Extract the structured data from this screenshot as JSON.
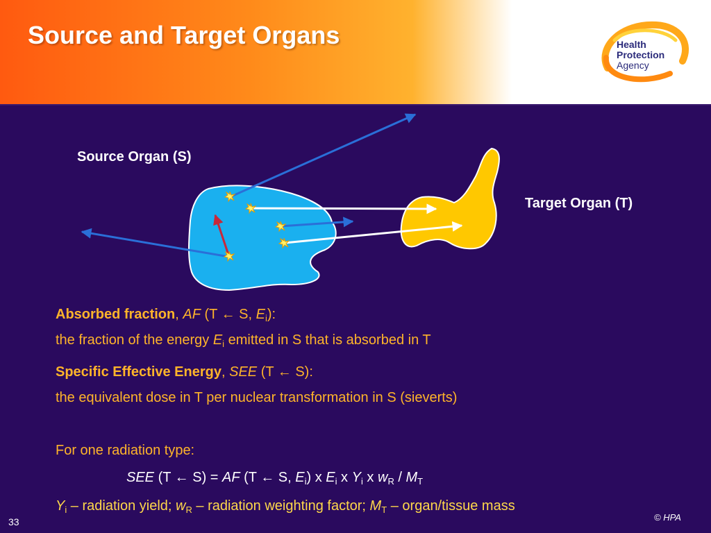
{
  "slide": {
    "title": "Source and Target Organs",
    "page_number": "33",
    "copyright": "© HPA"
  },
  "logo": {
    "line1": "Health",
    "line2": "Protection",
    "line3": "Agency"
  },
  "diagram": {
    "source_label": "Source Organ (S)",
    "target_label": "Target Organ (T)"
  },
  "text": {
    "af_term": "Absorbed fraction",
    "af_symbol": "AF",
    "af_args_open": " (T ",
    "arrow": "←",
    "af_args_mid": " S, ",
    "e_symbol": "E",
    "sub_i": "i",
    "af_args_close": "):",
    "af_def_pre": "the fraction of the energy ",
    "af_def_post": " emitted in S that is absorbed in T",
    "see_term": "Specific Effective Energy",
    "see_symbol": "SEE",
    "see_args_open": " (T ",
    "see_args_close": " S):",
    "see_def": "the equivalent dose in T per nuclear transformation in S (sieverts)",
    "one_type": "For one radiation type:",
    "formula_eq": " S) = ",
    "formula_x": ") x ",
    "formula_x2": " x ",
    "y_symbol": "Y",
    "w_symbol": "w",
    "sub_R": "R",
    "m_symbol": "M",
    "sub_T": "T",
    "slash": " / ",
    "legend_yield": " – radiation yield; ",
    "legend_weight": " – radiation weighting factor; ",
    "legend_mass": " – organ/tissue mass"
  },
  "colors": {
    "background": "#2a0a5e",
    "source_organ": "#1ab0ef",
    "target_organ": "#ffc800",
    "text_orange": "#ffb42a",
    "text_yellow": "#ffd84a"
  }
}
